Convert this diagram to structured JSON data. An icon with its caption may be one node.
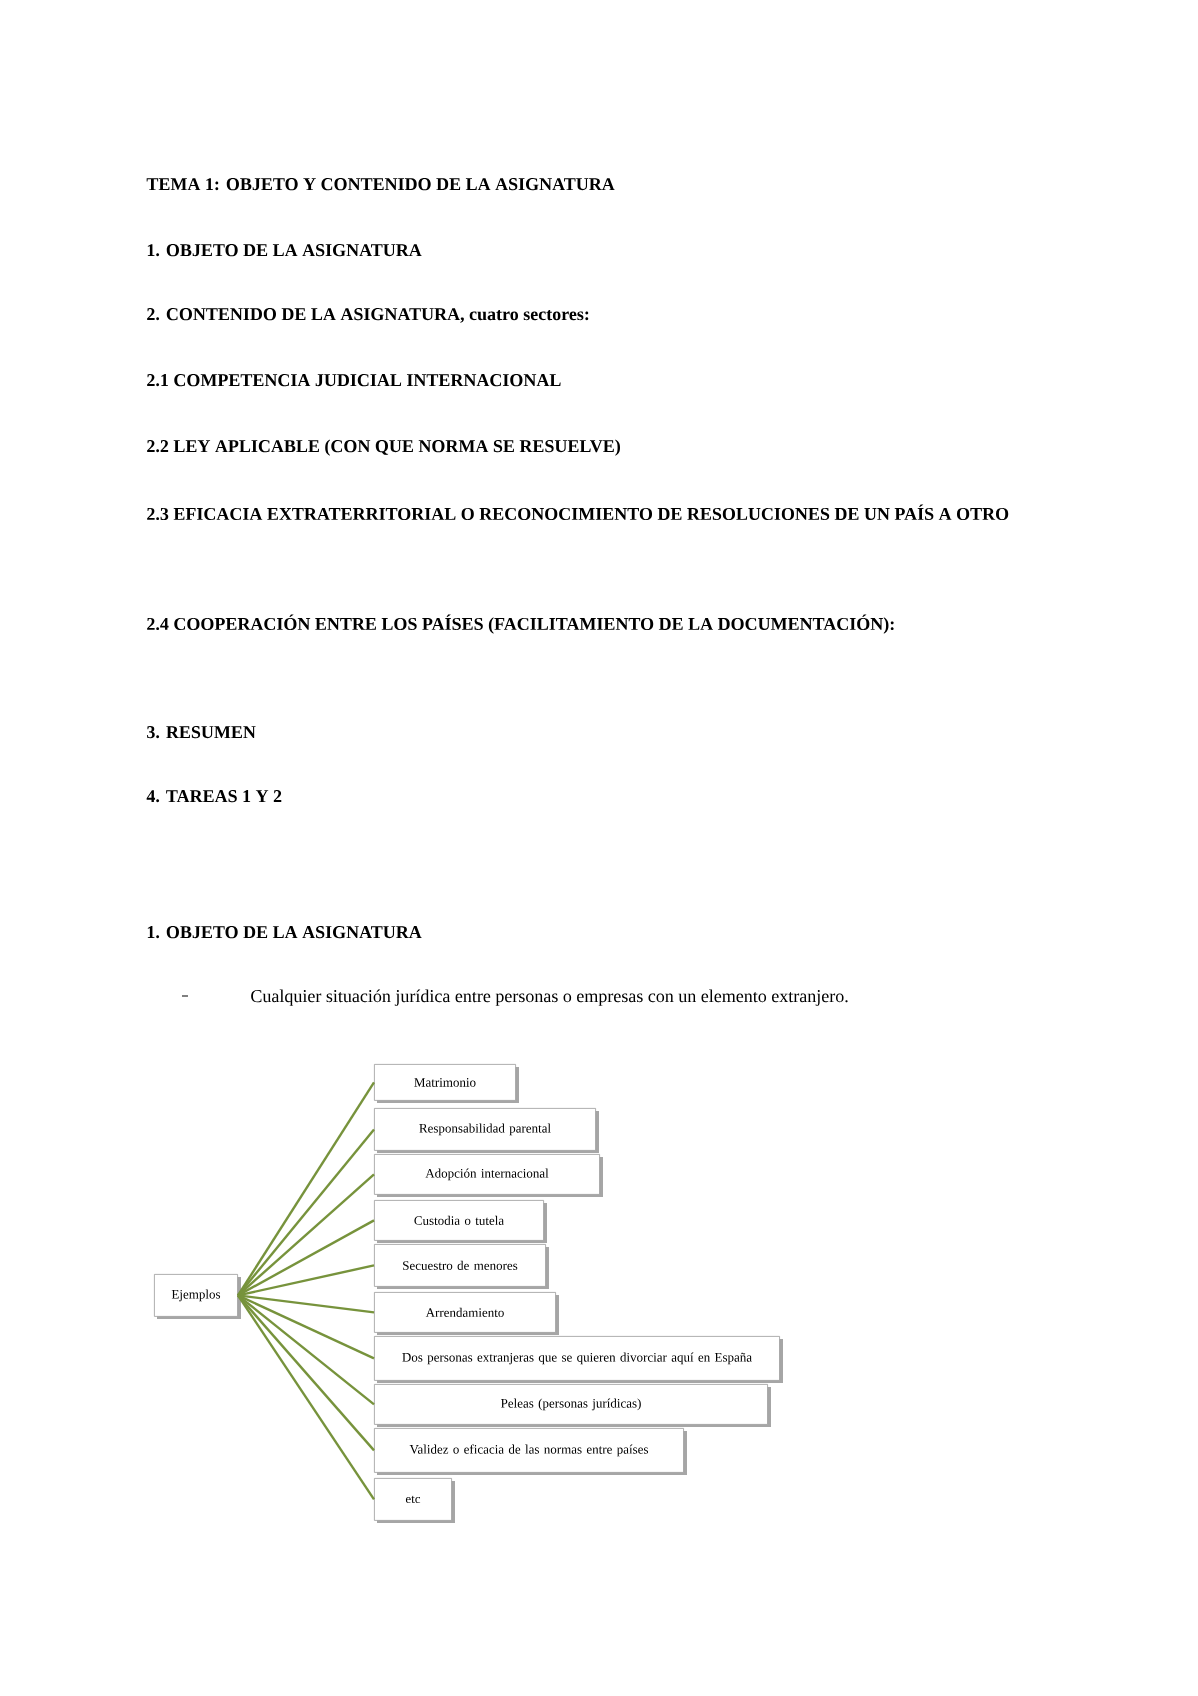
{
  "diagram": {
    "title": "TEMA 1: OBJETO Y CONTENIDO DE LA ASIGNATURA",
    "nodes": [
      {
        "text": [
          "Ejemplos"
        ]
      },
      {
        "text": [
          "Matrimonio"
        ]
      },
      {
        "text": [
          "Responsabilidad parental"
        ]
      },
      {
        "text": [
          "Adopción internacional"
        ]
      },
      {
        "text": [
          "Custodia o tutela"
        ]
      },
      {
        "text": [
          "Secuestro de menores"
        ]
      },
      {
        "text": [
          "Arrendamiento"
        ]
      },
      {
        "text": [
          "Dos personas extranjeras que se quieren divorciar aquí en España"
        ]
      },
      {
        "text": [
          "Peleas (personas jurídicas)"
        ]
      },
      {
        "text": [
          "Validez o eficacia de las normas entre países"
        ]
      },
      {
        "text": [
          "etc"
        ]
      }
    ],
    "edges": [
      {
        "from": 0,
        "to": 1,
        "arrow": "none"
      },
      {
        "from": 0,
        "to": 2,
        "arrow": "none"
      },
      {
        "from": 0,
        "to": 3,
        "arrow": "none"
      },
      {
        "from": 0,
        "to": 4,
        "arrow": "none"
      },
      {
        "from": 0,
        "to": 5,
        "arrow": "none"
      },
      {
        "from": 0,
        "to": 6,
        "arrow": "none"
      },
      {
        "from": 0,
        "to": 7,
        "arrow": "none"
      },
      {
        "from": 0,
        "to": 8,
        "arrow": "none"
      },
      {
        "from": 0,
        "to": 9,
        "arrow": "none"
      },
      {
        "from": 0,
        "to": 10,
        "arrow": "none"
      }
    ],
    "labels": [
      "1. OBJETO DE LA ASIGNATURA",
      "2. CONTENIDO DE LA ASIGNATURA, cuatro sectores:",
      "2.1 COMPETENCIA JUDICIAL INTERNACIONAL",
      "2.2 LEY APLICABLE (CON QUE NORMA SE RESUELVE)",
      "2.3 EFICACIA EXTRATERRITORIAL O RECONOCIMIENTO DE RESOLUCIONES DE UN PAÍS A OTRO",
      "2.4 COOPERACIÓN ENTRE LOS PAÍSES (FACILITAMIENTO DE LA DOCUMENTACIÓN):",
      "3. RESUMEN",
      "4. TAREAS 1 Y 2",
      "1. OBJETO DE LA ASIGNATURA",
      "Cualquier situación jurídica entre personas o empresas con un elemento extranjero."
    ]
  }
}
